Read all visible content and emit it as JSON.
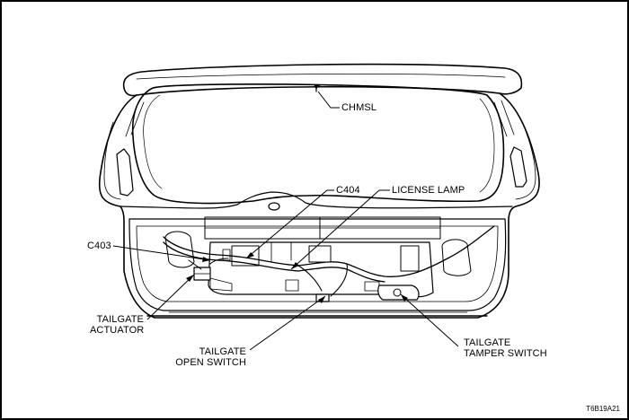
{
  "labels": {
    "chmsl": "CHMSL",
    "c404": "C404",
    "license_lamp": "LICENSE LAMP",
    "c403": "C403",
    "tailgate_actuator_line1": "TAILGATE",
    "tailgate_actuator_line2": "ACTUATOR",
    "tailgate_open_switch_line1": "TAILGATE",
    "tailgate_open_switch_line2": "OPEN SWITCH",
    "tailgate_tamper_switch_line1": "TAILGATE",
    "tailgate_tamper_switch_line2": "TAMPER SWITCH"
  },
  "figure_id": "T6B19A21"
}
